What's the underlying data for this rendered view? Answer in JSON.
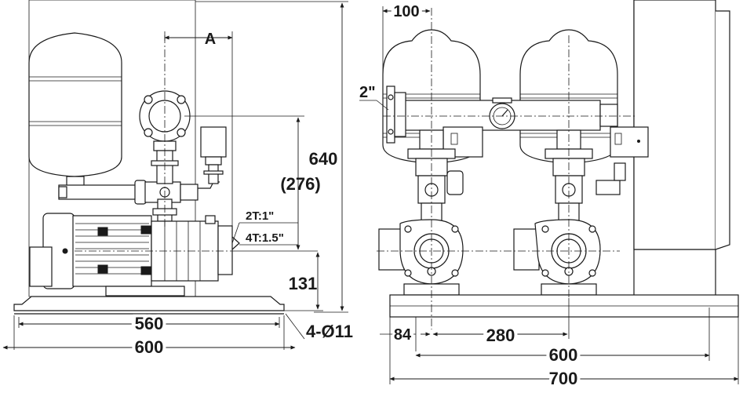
{
  "side_view": {
    "dim_height": "640",
    "dim_276": "(276)",
    "dim_131": "131",
    "dim_560": "560",
    "dim_600": "600",
    "label_a": "A",
    "port_2t": "2T:1\"",
    "port_4t": "4T:1.5\"",
    "holes": "4-Ø11"
  },
  "front_view": {
    "dim_100": "100",
    "pipe_2in": "2\"",
    "dim_84": "84",
    "dim_280": "280",
    "dim_600": "600",
    "dim_700": "700"
  }
}
